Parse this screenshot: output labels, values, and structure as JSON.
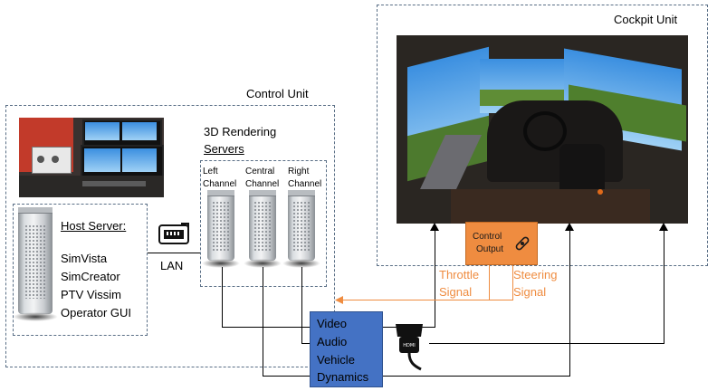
{
  "cockpit": {
    "title": "Cockpit Unit"
  },
  "control": {
    "title": "Control Unit"
  },
  "rendering": {
    "title_line1": "3D Rendering",
    "title_line2": "Servers",
    "channels": [
      {
        "line1": "Left",
        "line2": "Channel"
      },
      {
        "line1": "Central",
        "line2": "Channel"
      },
      {
        "line1": "Right",
        "line2": "Channel"
      }
    ]
  },
  "host": {
    "title": "Host Server:",
    "software": [
      "SimVista",
      "SimCreator",
      "PTV Vissim",
      "Operator GUI"
    ]
  },
  "network": {
    "label": "LAN"
  },
  "control_output": {
    "line1": "Control",
    "line2": "Output"
  },
  "signals": {
    "throttle": [
      "Throttle",
      "Signal"
    ],
    "steering": [
      "Steering",
      "Signal"
    ]
  },
  "cable_box": {
    "lines": [
      "Video",
      "Audio",
      "Vehicle",
      "Dynamics"
    ]
  },
  "colors": {
    "accent_orange": "#ef8c40",
    "cable_blue": "#4472c4",
    "box_border": "#5a6f86"
  },
  "icons": [
    "ethernet-icon",
    "hdmi-icon",
    "steering-wheel-icon"
  ]
}
